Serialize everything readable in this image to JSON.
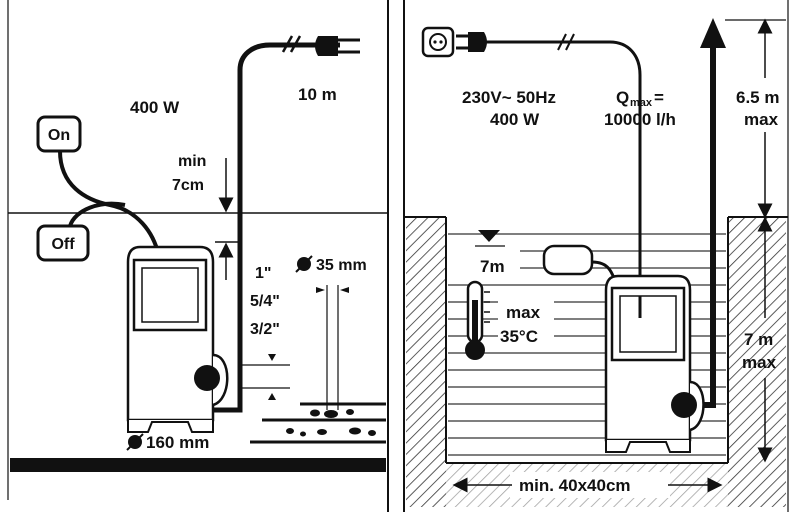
{
  "left_panel": {
    "switch_on": "On",
    "switch_off": "Off",
    "power": "400 W",
    "cable_length": "10 m",
    "min_depth_line1": "min",
    "min_depth_line2": "7cm",
    "hose_sizes": [
      "1\"",
      "5/4\"",
      "3/2\""
    ],
    "particle_size": "35 mm",
    "pump_base_diameter": "160 mm"
  },
  "right_panel": {
    "voltage_line1": "230V~ 50Hz",
    "voltage_line2": "400 W",
    "flow_q": "Q",
    "flow_sub": "max",
    "flow_eq": "=",
    "flow_value": "10000 l/h",
    "head_line1": "6.5 m",
    "head_line2": "max",
    "submersion_depth": "7m",
    "temp_line1": "max",
    "temp_line2": "35°C",
    "depth_line1": "7 m",
    "depth_line2": "max",
    "shaft_size": "min. 40x40cm"
  },
  "icons": {
    "socket": "socket-icon",
    "plug": "plug-icon",
    "thermometer": "thermometer-icon",
    "diameter": "diameter-icon"
  },
  "colors": {
    "ink": "#111111",
    "paper": "#ffffff",
    "hatch": "#333333"
  }
}
